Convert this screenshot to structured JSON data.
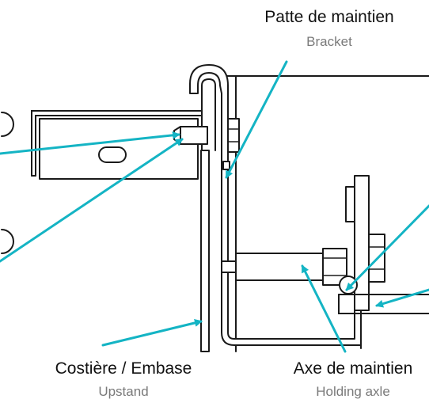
{
  "labels": {
    "bracket": {
      "main": "Patte de maintien",
      "sub": "Bracket"
    },
    "upstand": {
      "main": "Costière / Embase",
      "sub": "Upstand"
    },
    "axle": {
      "main": "Axe de maintien",
      "sub": "Holding axle"
    }
  },
  "colors": {
    "leader": "#14b4c4",
    "line": "#1a1a1a",
    "sub_text": "#7a7a7a"
  }
}
